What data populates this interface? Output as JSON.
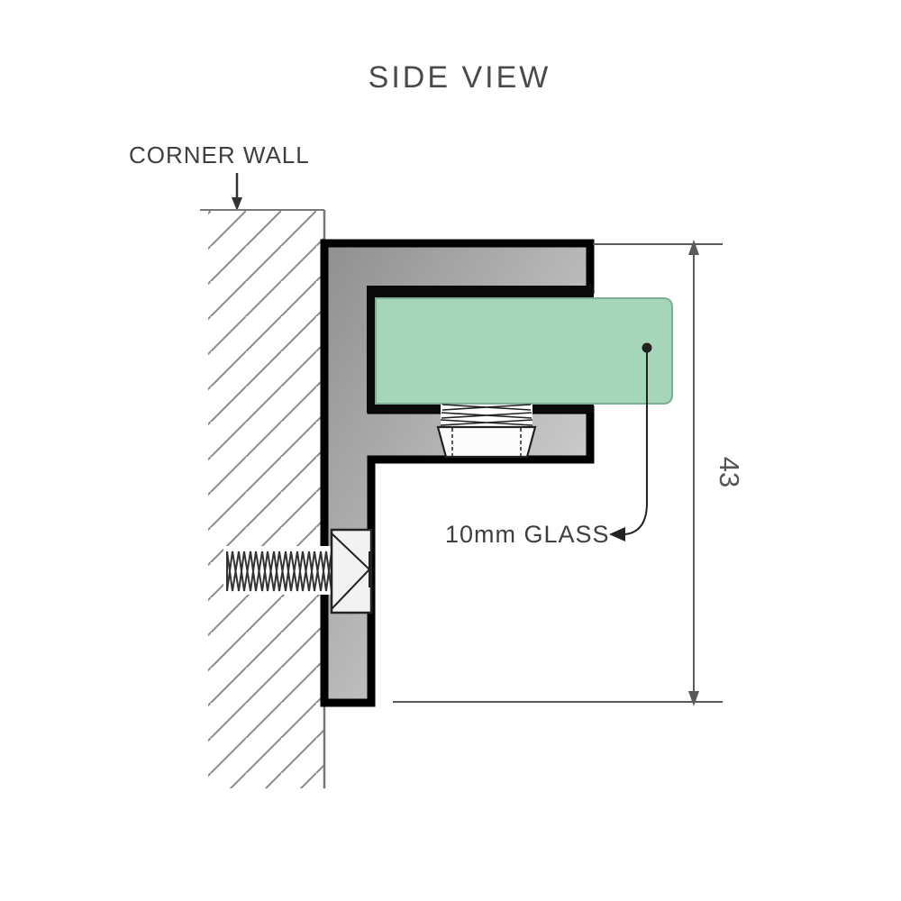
{
  "title": "SIDE VIEW",
  "labels": {
    "corner_wall": "CORNER WALL",
    "glass": "10mm GLASS",
    "dimension": "43"
  },
  "colors": {
    "glass_green": "#a5d6ba",
    "glass_border": "#7fae94",
    "bracket_dark": "#8f8f8f",
    "bracket_light": "#e0e0e0",
    "line_gray": "#777777",
    "dim_gray": "#5a5a5a",
    "ink": "#222222",
    "text_gray": "#4a4a4a"
  }
}
